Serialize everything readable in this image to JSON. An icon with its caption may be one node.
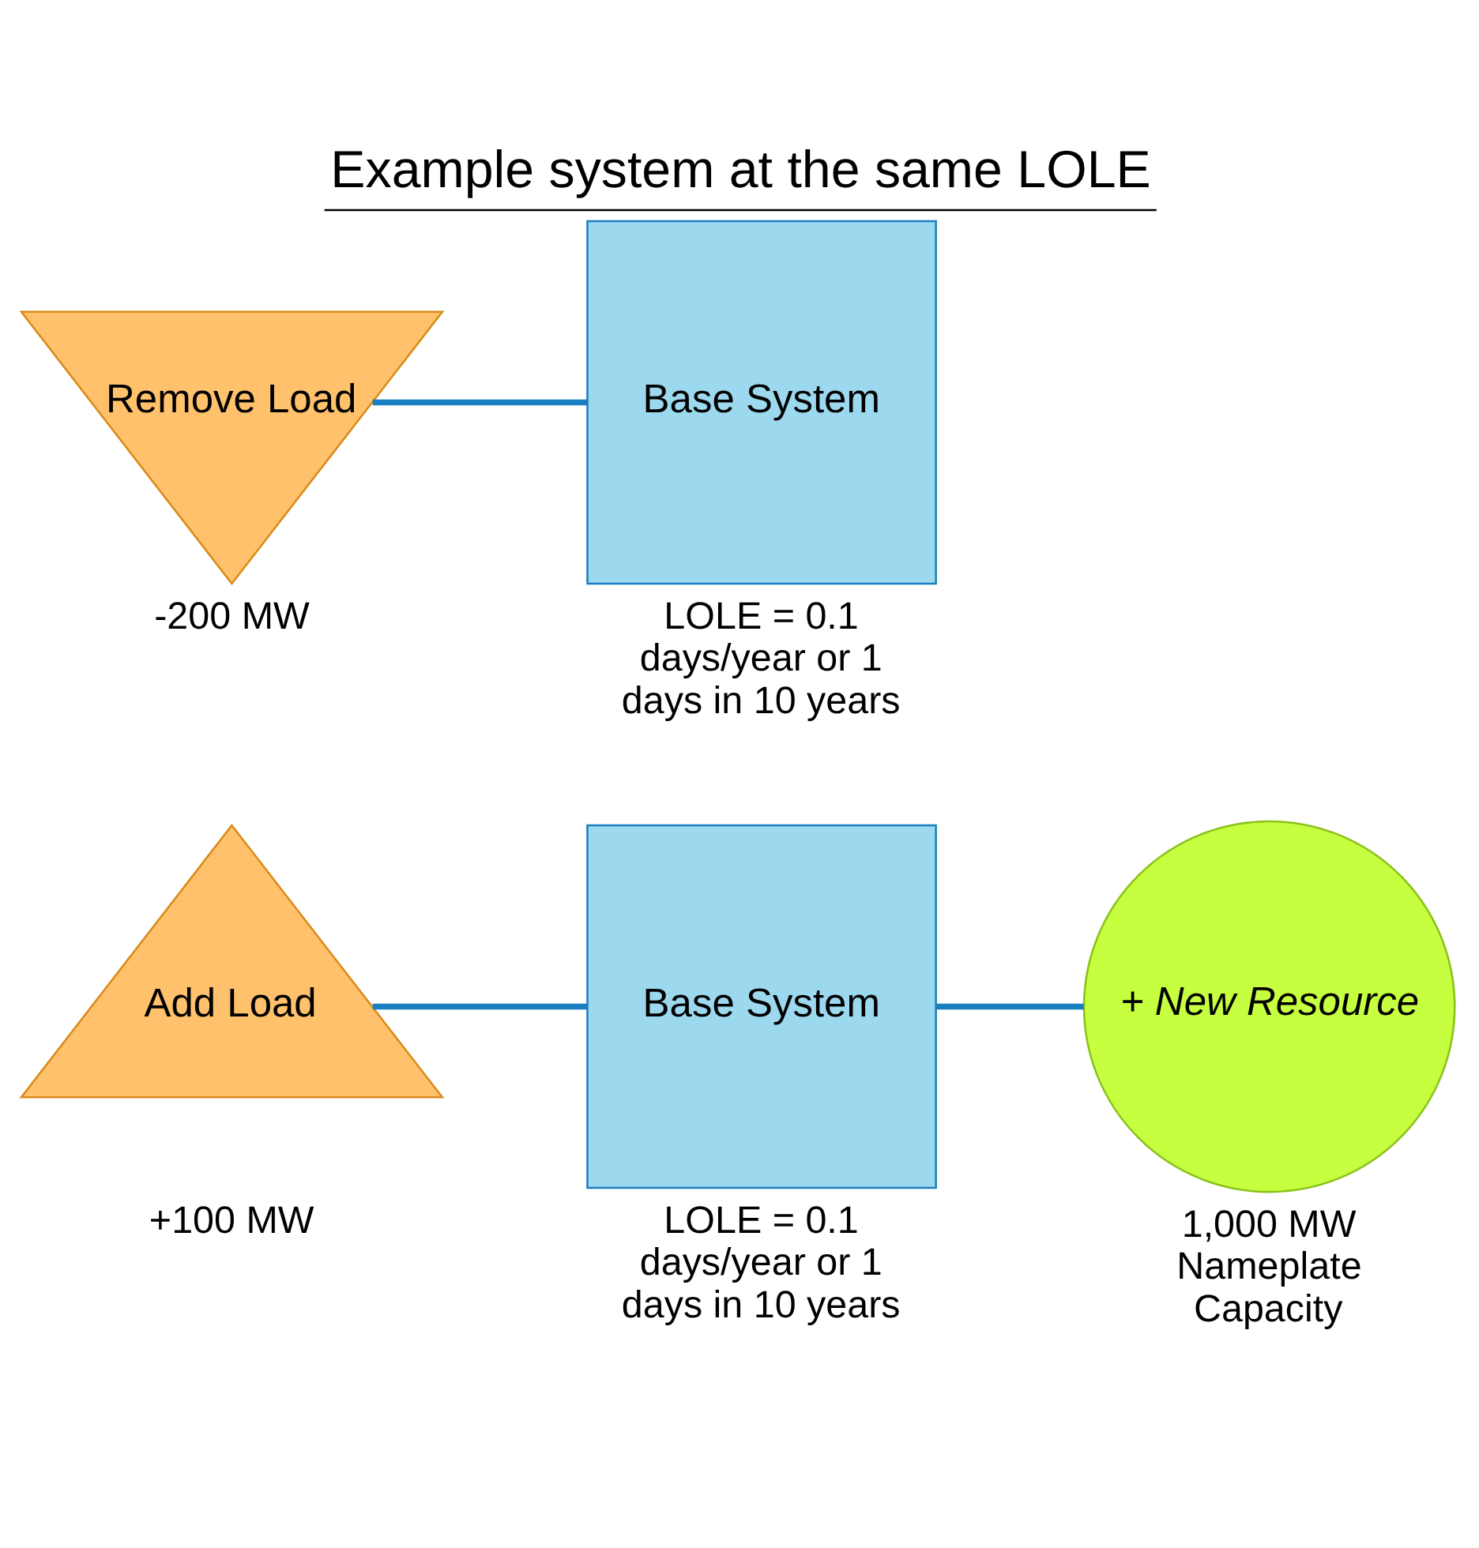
{
  "diagram": {
    "title": "Example system at the same LOLE",
    "nodes": [
      {
        "text": [
          "Remove Load"
        ],
        "beside": [
          "-200 MW"
        ]
      },
      {
        "text": [
          "Base System"
        ],
        "beside": [
          "LOLE = 0.1 days/year or 1 days in 10 years"
        ]
      },
      {
        "text": [
          "Add Load"
        ],
        "beside": [
          "+100 MW"
        ]
      },
      {
        "text": [
          "Base System"
        ],
        "beside": [
          "LOLE = 0.1 days/year or 1 days in 10 years"
        ]
      },
      {
        "text": [
          "+ New Resource"
        ],
        "beside": [
          "1,000 MW Nameplate Capacity"
        ]
      }
    ],
    "edges": [
      {
        "from": 0,
        "to": 1,
        "arrow": "none"
      },
      {
        "from": 2,
        "to": 3,
        "arrow": "none"
      },
      {
        "from": 3,
        "to": 4,
        "arrow": "none"
      }
    ]
  }
}
